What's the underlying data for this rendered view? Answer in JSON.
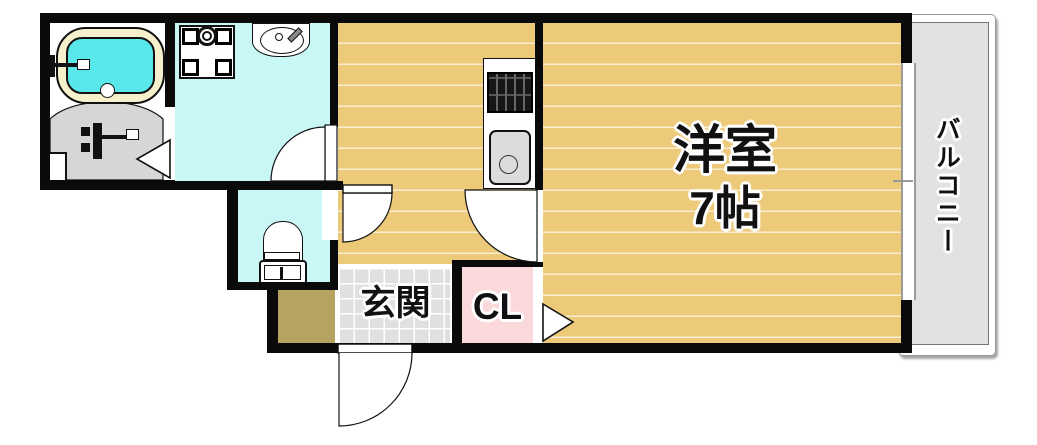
{
  "labels": {
    "western_room_line1": "洋室",
    "western_room_line2": "7帖",
    "balcony": "バルコニー",
    "entrance": "玄関",
    "closet": "CL"
  },
  "colors": {
    "floor-wood": "#edca79",
    "wall": "#0a0a0a",
    "wet-room": "#c9f7f5",
    "bath-water": "#58e8ea",
    "tub-rim": "#f6f0cc",
    "bath-floor": "#d6d6d6",
    "tile": "#e0e0e0",
    "step": "#b5a35f",
    "closet": "#fbd8da",
    "balcony": "#e2e2e2"
  }
}
